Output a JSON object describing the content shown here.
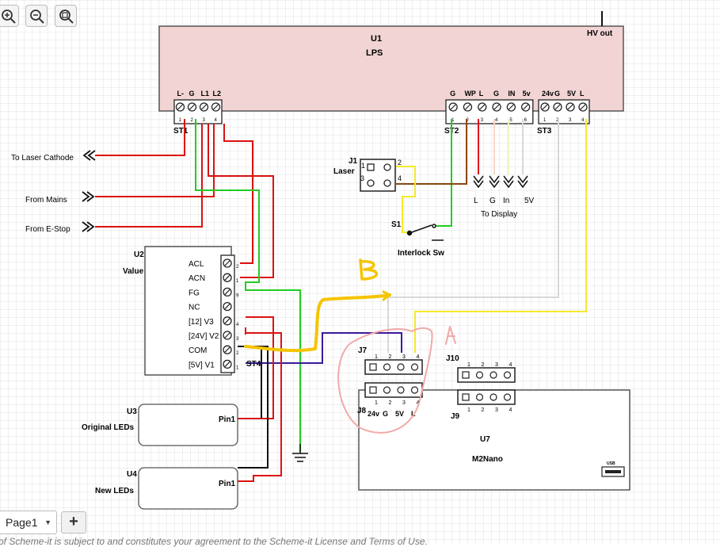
{
  "toolbar": {
    "zoom_in_icon": "zoom-in-icon",
    "zoom_out_icon": "zoom-out-icon",
    "zoom_fit_icon": "zoom-fit-icon"
  },
  "components": {
    "u1": {
      "ref": "U1",
      "name": "LPS",
      "hv": "HV out",
      "st1": {
        "ref": "ST1",
        "pins": [
          "L-",
          "G",
          "L1",
          "L2"
        ],
        "nums": [
          "1",
          "2",
          "3",
          "4"
        ]
      },
      "st2": {
        "ref": "ST2",
        "pins": [
          "G",
          "WP",
          "L",
          "G",
          "IN",
          "5v"
        ],
        "nums": [
          "1",
          "2",
          "3",
          "4",
          "5",
          "6"
        ]
      },
      "st3": {
        "ref": "ST3",
        "pins": [
          "24v",
          "G",
          "5V",
          "L"
        ],
        "nums": [
          "1",
          "2",
          "3",
          "4"
        ]
      }
    },
    "j1": {
      "ref": "J1",
      "name": "Laser",
      "pins": [
        "1",
        "2",
        "3",
        "4"
      ]
    },
    "s1": {
      "ref": "S1",
      "name": "Interlock Sw"
    },
    "display": {
      "pins": [
        "L",
        "G",
        "In",
        "5V"
      ],
      "label": "To Display"
    },
    "u2": {
      "ref": "U2",
      "name": "Value",
      "pins": [
        "ACL",
        "ACN",
        "FG",
        "NC",
        "[12] V3",
        "[24V] V2",
        "COM",
        "[5V] V1"
      ],
      "nums": [
        "2",
        "1",
        "9",
        "",
        "4",
        "3",
        "2",
        "1"
      ],
      "st4": "ST4"
    },
    "u3": {
      "ref": "U3",
      "name": "Original LEDs",
      "pin": "Pin1"
    },
    "u4": {
      "ref": "U4",
      "name": "New LEDs",
      "pin": "Pin1"
    },
    "j7": {
      "ref": "J7",
      "nums": [
        "1",
        "2",
        "3",
        "4"
      ]
    },
    "j8": {
      "ref": "J8",
      "nums": [
        "1",
        "2",
        "3",
        "4"
      ],
      "pins": [
        "24v",
        "G",
        "5V",
        "L"
      ]
    },
    "j9": {
      "ref": "J9",
      "nums": [
        "1",
        "2",
        "3",
        "4"
      ]
    },
    "j10": {
      "ref": "J10",
      "nums": [
        "1",
        "2",
        "3",
        "4"
      ]
    },
    "u7": {
      "ref": "U7",
      "name": "M2Nano",
      "usb": "USB"
    }
  },
  "connectors": {
    "cathode": "To Laser Cathode",
    "mains": "From Mains",
    "estop": "From E-Stop"
  },
  "annotations": {
    "b": "B",
    "a": "A"
  },
  "page_tab": {
    "label": "Page1"
  },
  "add_page": {
    "label": "+"
  },
  "footer": {
    "text": "of Scheme-it is subject to and constitutes your agreement to the Scheme-it License and Terms of Use."
  },
  "colors": {
    "red": "#dd1111",
    "green": "#22cc22",
    "yellow": "#f5ea2a",
    "brown": "#8a4a14",
    "grey": "#d4d4d4",
    "blue": "#3a1a9a",
    "black": "#111111",
    "lps_fill": "#f2d4d4",
    "marker_yellow": "#f5c400",
    "marker_pink": "#f0a9a9"
  }
}
